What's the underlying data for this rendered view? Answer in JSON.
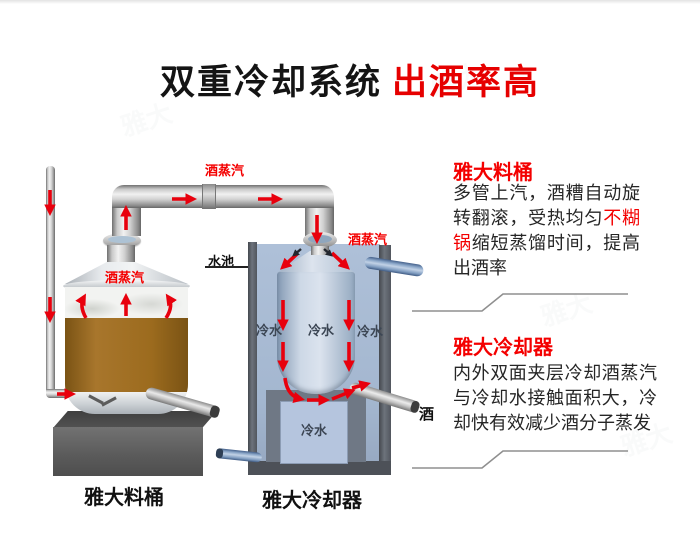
{
  "title": {
    "black": "双重冷却系统",
    "red": "出酒率高"
  },
  "diagram": {
    "labels": {
      "steam_top": "酒蒸汽",
      "steam_barrel": "酒蒸汽",
      "steam_cooler": "酒蒸汽",
      "water_pool": "水池",
      "cold_water_left": "冷水",
      "cold_water_center": "冷水",
      "cold_water_right": "冷水",
      "cold_water_bottom": "冷水",
      "liquor_out": "酒",
      "barrel_caption": "雅大料桶",
      "cooler_caption": "雅大冷却器"
    },
    "watermark": "雅大"
  },
  "info": {
    "section1": {
      "heading": "雅大料桶",
      "body_parts": [
        "多管上汽，酒糟自动旋转翻滚，受热均匀",
        "不糊锅",
        "缩短蒸馏时间，提高出酒率"
      ]
    },
    "section2": {
      "heading": "雅大冷却器",
      "body": "内外双面夹层冷却酒蒸汽与冷却水接触面积大，冷却快有效减少酒分子蒸发"
    }
  },
  "colors": {
    "title_black": "#141414",
    "accent_red": "#e60000",
    "label_red": "#f40000",
    "arrow_red": "#e8000d",
    "body_text": "#262626",
    "liquid_brown": "#9c6b1e",
    "water_blue": "#a9bcd4",
    "divider_gray": "#8f8f8f"
  }
}
